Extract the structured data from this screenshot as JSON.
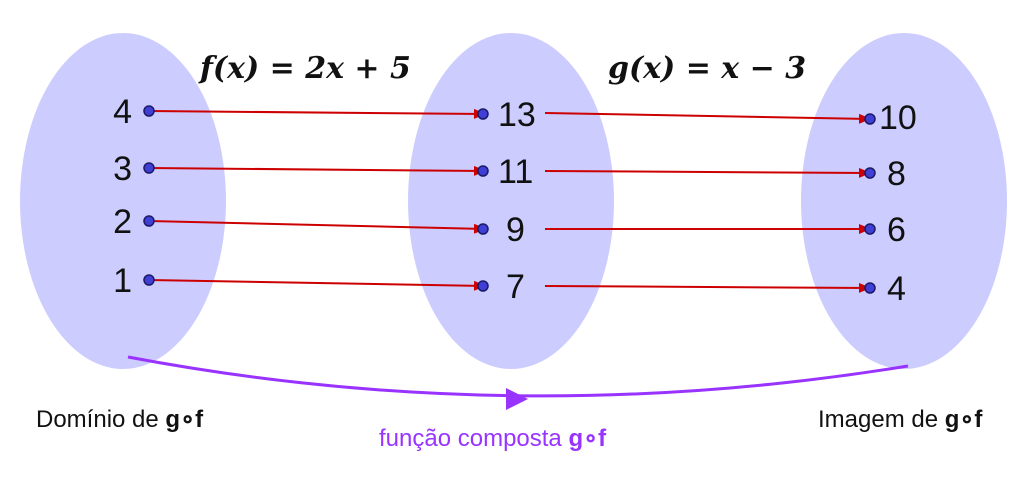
{
  "colors": {
    "set_fill": "#ccccff",
    "point_fill": "#3f3fd6",
    "point_stroke": "#1a1a66",
    "arrow": "#cc0000",
    "composite": "#9933ff"
  },
  "formulas": {
    "f": "f(x) = 2x + 5",
    "g": "g(x) = x − 3"
  },
  "domain": {
    "values": [
      "4",
      "3",
      "2",
      "1"
    ]
  },
  "intermediate": {
    "values": [
      "13",
      "11",
      "9",
      "7"
    ]
  },
  "image": {
    "values": [
      "10",
      "8",
      "6",
      "4"
    ]
  },
  "captions": {
    "domain_prefix": "Domínio de ",
    "domain_bold": "g∘f",
    "composite_prefix": "função composta ",
    "composite_bold": "g∘f",
    "image_prefix": "Imagem de ",
    "image_bold": "g∘f"
  }
}
